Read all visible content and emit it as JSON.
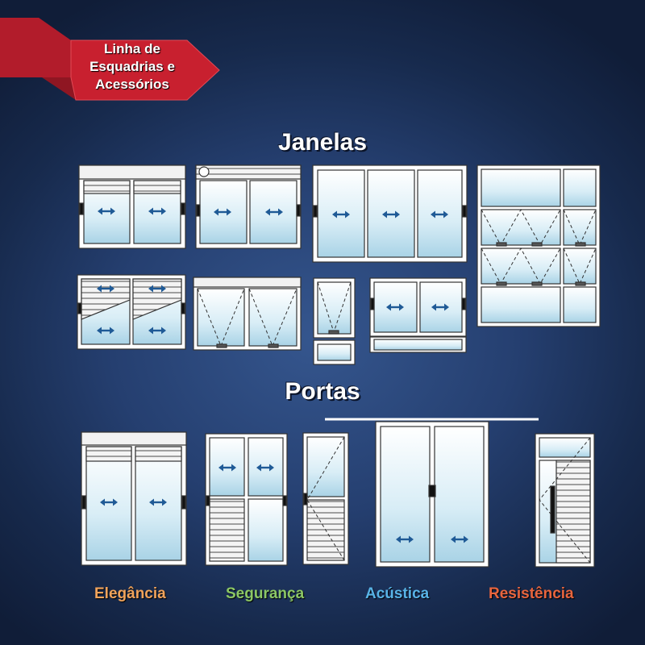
{
  "banner": {
    "line1": "Linha de",
    "line2": "Esquadrias e",
    "line3": "Acessórios"
  },
  "sections": {
    "windows": "Janelas",
    "doors": "Portas"
  },
  "features": [
    "Elegância",
    "Segurança",
    "Acústica",
    "Resistência"
  ],
  "colors": {
    "banner": "#c8202f",
    "elegancia": "#f0a35b",
    "seguranca": "#8cc765",
    "acustica": "#58b3e6",
    "resistencia": "#e8653e",
    "glass": "#cfe8f3",
    "arrow": "#1f5a96"
  }
}
